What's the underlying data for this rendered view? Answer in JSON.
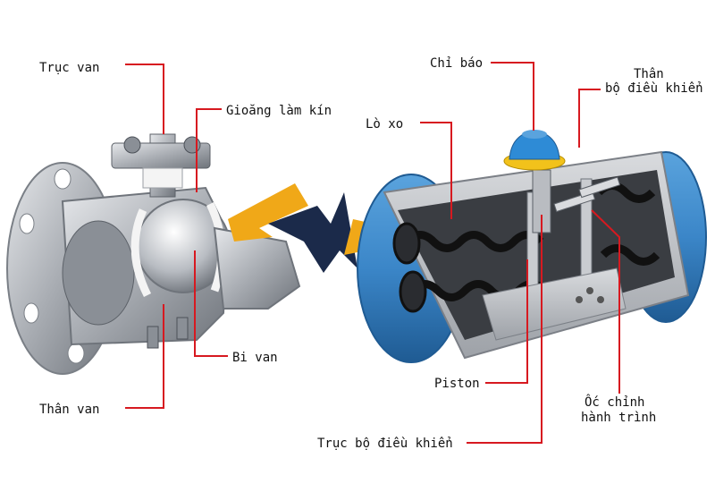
{
  "colors": {
    "leader_line": "#d71920",
    "actuator_body": "#3b86c8",
    "actuator_body_dark": "#1f5b93",
    "spring": "#1a1a1a",
    "steel": "#b9bcc1",
    "indicator_blue": "#2e8bd6",
    "indicator_yellow": "#f2c21b",
    "gasket": "#f4f4f4",
    "logo_yellow": "#f0a818",
    "logo_navy": "#1b2a4a"
  },
  "icons": {
    "valve": "ball-valve-illustration",
    "actuator": "pneumatic-actuator-illustration",
    "logo": "brand-logo-mark"
  },
  "labels": {
    "truc_van": "Trục van",
    "gioang_lam_kin": "Gioăng làm kín",
    "bi_van": "Bi van",
    "than_van": "Thân van",
    "chi_bao": "Chỉ báo",
    "than_bo_dieu_khien_line1": "Thân",
    "than_bo_dieu_khien_line2": "bộ điều khiển",
    "lo_xo": "Lò xo",
    "piston": "Piston",
    "oc_chinh_line1": "Ốc chỉnh",
    "oc_chinh_line2": "hành trình",
    "truc_bo_dieu_khien": "Trục bộ điều khiển"
  }
}
